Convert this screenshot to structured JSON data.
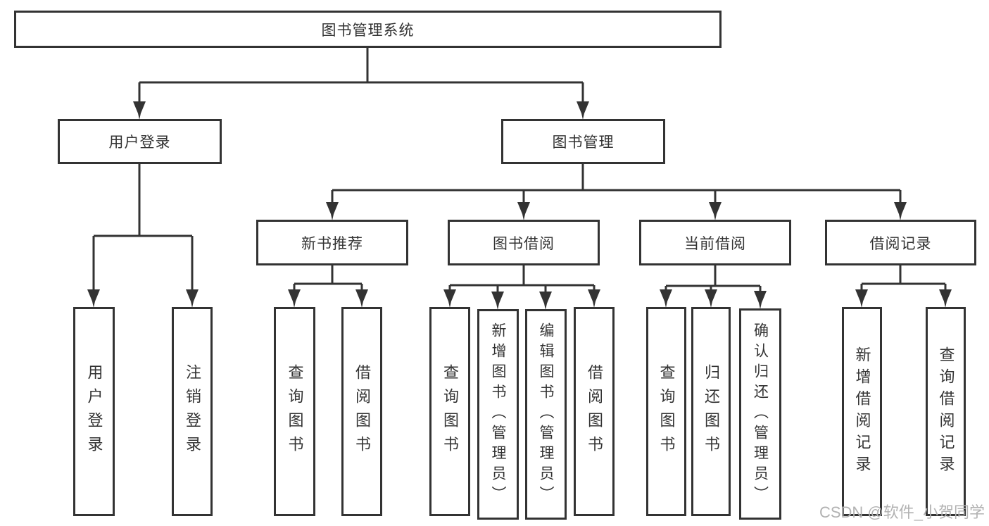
{
  "colors": {
    "line": "#333333",
    "text": "#333333",
    "background": "#ffffff",
    "watermark": "#b2b2b2"
  },
  "watermark": {
    "text": "CSDN @软件_小贺同学"
  },
  "tree": {
    "label": "图书管理系统",
    "children": [
      {
        "label": "用户登录",
        "children": [
          {
            "label": "用户登录"
          },
          {
            "label": "注销登录"
          }
        ]
      },
      {
        "label": "图书管理",
        "children": [
          {
            "label": "新书推荐",
            "children": [
              {
                "label": "查询图书"
              },
              {
                "label": "借阅图书"
              }
            ]
          },
          {
            "label": "图书借阅",
            "children": [
              {
                "label": "查询图书"
              },
              {
                "label": "新增图书（管理员）"
              },
              {
                "label": "编辑图书（管理员）"
              },
              {
                "label": "借阅图书"
              }
            ]
          },
          {
            "label": "当前借阅",
            "children": [
              {
                "label": "查询图书"
              },
              {
                "label": "归还图书"
              },
              {
                "label": "确认归还（管理员）"
              }
            ]
          },
          {
            "label": "借阅记录",
            "children": [
              {
                "label": "新增借阅记录"
              },
              {
                "label": "查询借阅记录"
              }
            ]
          }
        ]
      }
    ]
  }
}
